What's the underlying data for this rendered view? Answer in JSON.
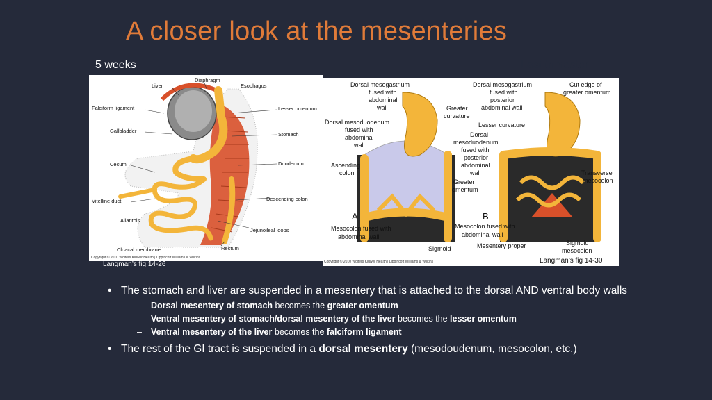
{
  "title": "A closer look at the mesenteries",
  "subtitle_left": "5 weeks",
  "subtitle_right": "Last trimester",
  "fig_left": {
    "labels": {
      "diaphragm": "Diaphragm",
      "liver": "Liver",
      "esophagus": "Esophagus",
      "falciform": "Falciform ligament",
      "lesser_omentum": "Lesser omentum",
      "gallbladder": "Gallbladder",
      "stomach": "Stomach",
      "duodenum": "Duodenum",
      "cecum": "Cecum",
      "descending_colon": "Descending colon",
      "vitelline": "Vitelline duct",
      "allantois": "Allantois",
      "jejunoileal": "Jejunoileal loops",
      "rectum": "Rectum",
      "cloacal": "Cloacal membrane"
    },
    "copyright": "Copyright © 2010 Wolters Kluwer Health | Lippincott Williams & Wilkins",
    "caption": "Langman’s fig 14-26"
  },
  "fig_right": {
    "labels": {
      "dmg_a_1": "Dorsal mesogastrium",
      "dmg_a_2": "fused with",
      "dmg_a_3": "abdominal",
      "dmg_a_4": "wall",
      "gc_1": "Greater",
      "gc_2": "curvature",
      "dmd_a_1": "Dorsal mesoduodenum",
      "dmd_a_2": "fused with",
      "dmd_a_3": "abdominal",
      "dmd_a_4": "wall",
      "asc_1": "Ascending",
      "asc_2": "colon",
      "gom_1": "Greater",
      "gom_2": "omentum",
      "letter_a": "A",
      "mfa_1": "Mesocolon fused with",
      "mfa_2": "abdominal wall",
      "sigmoid_a": "Sigmoid",
      "dmg_b_1": "Dorsal mesogastrium",
      "dmg_b_2": "fused with",
      "dmg_b_3": "posterior",
      "dmg_b_4": "abdominal wall",
      "cut_1": "Cut edge of",
      "cut_2": "greater omentum",
      "lc": "Lesser curvature",
      "dmd_b_1": "Dorsal",
      "dmd_b_2": "mesoduodenum",
      "dmd_b_3": "fused with",
      "dmd_b_4": "posterior",
      "dmd_b_5": "abdominal",
      "dmd_b_6": "wall",
      "tm_1": "Transverse",
      "tm_2": "mesocolon",
      "letter_b": "B",
      "mfb_1": "Mesocolon fused with",
      "mfb_2": "abdominal wall",
      "mp": "Mesentery proper",
      "sm_1": "Sigmoid",
      "sm_2": "mesocolon"
    },
    "copyright": "Copyright © 2010 Wolters Kluwer Health | Lippincott Williams & Wilkins",
    "caption": "Langman’s fig 14-30"
  },
  "bullets": {
    "b1_text": "The stomach and liver are suspended in a mesentery that is attached to the dorsal AND ventral body walls",
    "s1_bold1": "Dorsal mesentery of stomach",
    "s1_mid": " becomes the ",
    "s1_bold2": "greater omentum",
    "s2_bold1": "Ventral mesentery of stomach/dorsal mesentery of the liver",
    "s2_mid": " becomes the ",
    "s2_bold2": "lesser omentum",
    "s3_bold1": "Ventral mesentery of the liver",
    "s3_mid": " becomes the ",
    "s3_bold2": "falciform ligament",
    "b2_pre": "The rest of the GI tract is suspended in a ",
    "b2_bold": "dorsal mesentery",
    "b2_post": " (mesodoudenum, mesocolon, etc.)"
  },
  "colors": {
    "background": "#252a3a",
    "title": "#e07b39",
    "gut": "#f3b53a",
    "mesentery": "#d8502a",
    "omentum": "#c9c9ea"
  }
}
